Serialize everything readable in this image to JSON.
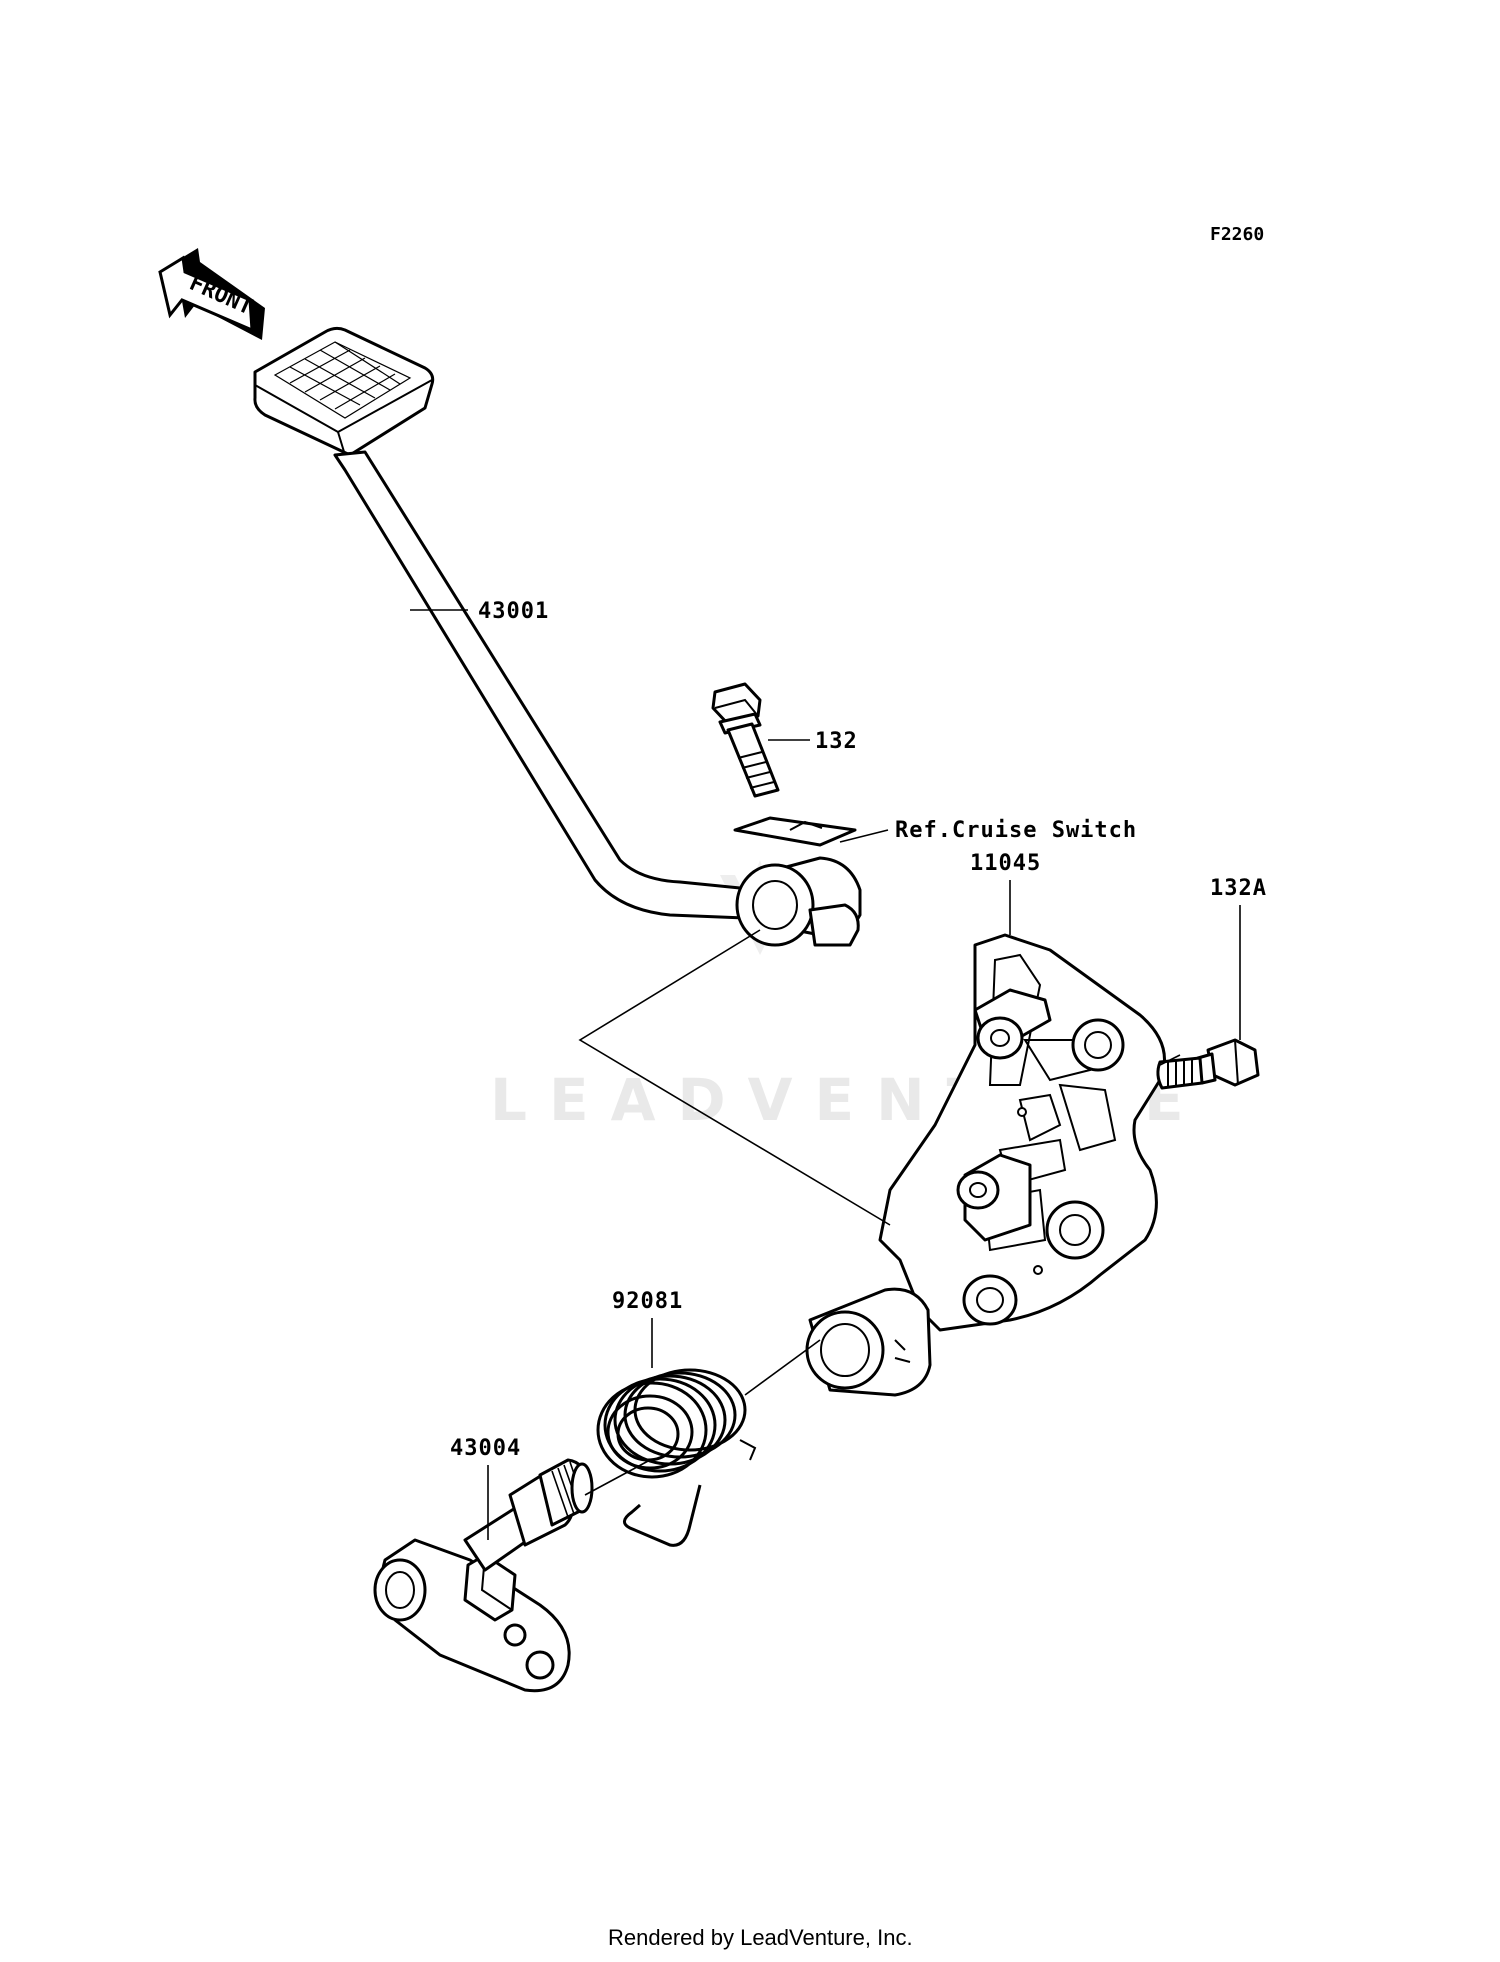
{
  "diagram_code": "F2260",
  "direction_label": "FRONT",
  "watermark": "LEADVENTURE",
  "footer": "Rendered by LeadVenture, Inc.",
  "callouts": {
    "p43001": "43001",
    "p132": "132",
    "ref_cruise": "Ref.Cruise Switch",
    "p11045": "11045",
    "p132A": "132A",
    "p92081": "92081",
    "p43004": "43004"
  }
}
